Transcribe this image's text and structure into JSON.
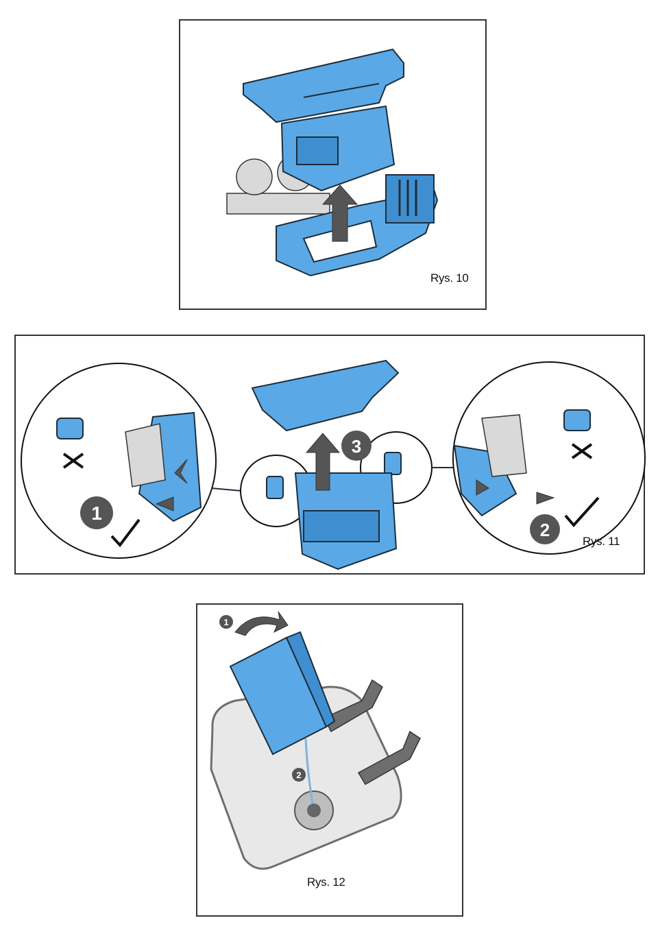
{
  "figures": [
    {
      "caption": "Rys. 10"
    },
    {
      "caption": "Rys. 11",
      "steps": [
        "1",
        "2",
        "3"
      ]
    },
    {
      "caption": "Rys. 12",
      "steps": [
        "1",
        "2"
      ]
    }
  ],
  "colors": {
    "part_blue": "#5aa9e6",
    "outline": "#1d2c3a",
    "arrow_grey": "#555555"
  },
  "icons": [
    "arrow-up-icon",
    "check-icon",
    "cross-icon",
    "curved-arrow-icon"
  ]
}
